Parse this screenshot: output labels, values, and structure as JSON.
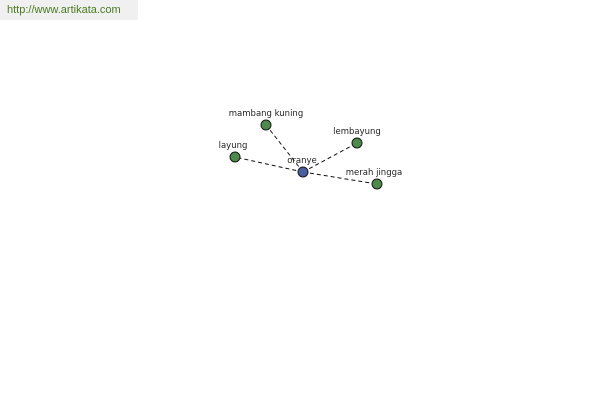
{
  "header": {
    "url": "http://www.artikata.com"
  },
  "colors": {
    "center_node": "#4b5ea0",
    "leaf_node": "#4e8a4c",
    "url_text": "#4a7a22"
  },
  "graph": {
    "center": {
      "id": "oranye",
      "label": "oranye"
    },
    "nodes": [
      {
        "id": "mambang-kuning",
        "label": "mambang kuning"
      },
      {
        "id": "lembayung",
        "label": "lembayung"
      },
      {
        "id": "layung",
        "label": "layung"
      },
      {
        "id": "merah-jingga",
        "label": "merah jingga"
      }
    ]
  }
}
